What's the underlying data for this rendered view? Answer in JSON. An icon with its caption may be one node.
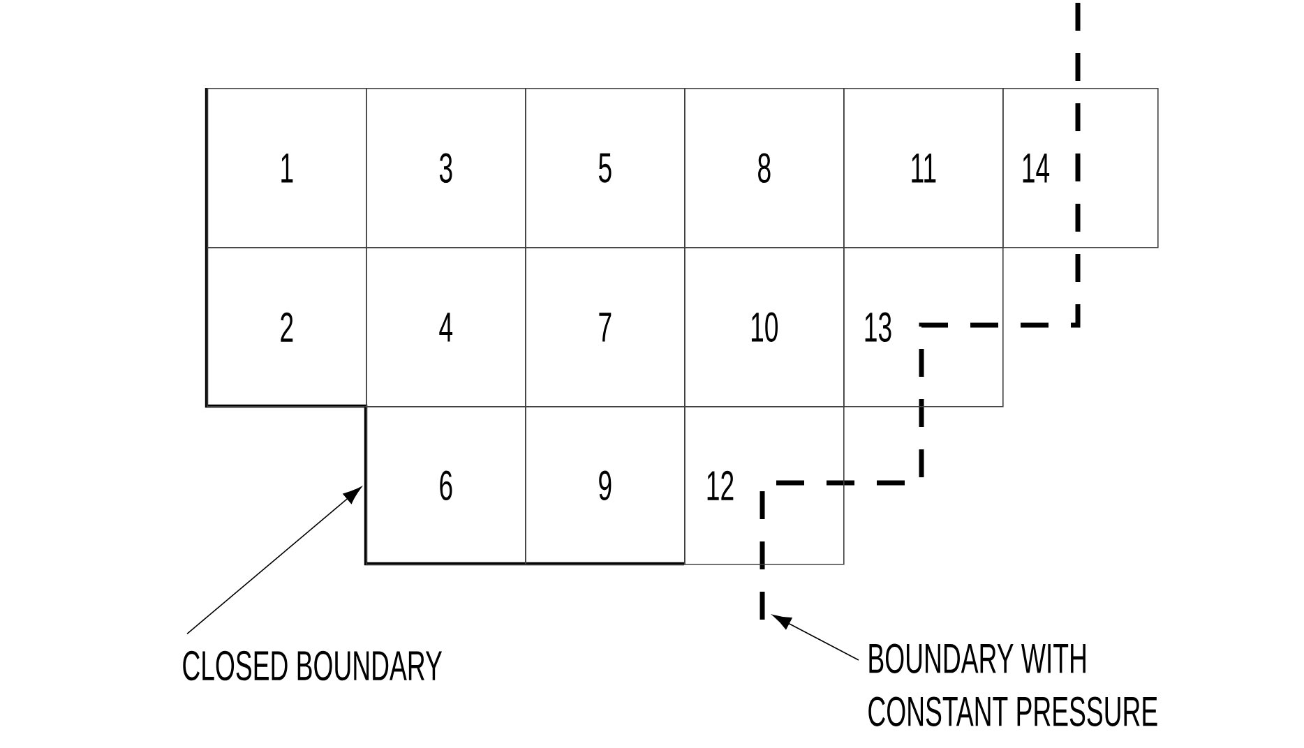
{
  "diagram": {
    "nodes": [
      {
        "text": [
          "1"
        ]
      },
      {
        "text": [
          "3"
        ]
      },
      {
        "text": [
          "5"
        ]
      },
      {
        "text": [
          "8"
        ]
      },
      {
        "text": [
          "11"
        ]
      },
      {
        "text": [
          "14"
        ]
      },
      {
        "text": [
          "2"
        ]
      },
      {
        "text": [
          "4"
        ]
      },
      {
        "text": [
          "7"
        ]
      },
      {
        "text": [
          "10"
        ]
      },
      {
        "text": [
          "13"
        ]
      },
      {
        "text": [
          "6"
        ]
      },
      {
        "text": [
          "9"
        ]
      },
      {
        "text": [
          "12"
        ]
      },
      {
        "text": [
          "CLOSED BOUNDARY"
        ]
      },
      {
        "text": [
          "BOUNDARY WITH CONSTANT PRESSURE"
        ]
      }
    ],
    "edges": [
      {
        "from": 14,
        "to": 11,
        "arrow": "to"
      },
      {
        "from": 15,
        "to": null,
        "arrow": "to"
      }
    ]
  }
}
